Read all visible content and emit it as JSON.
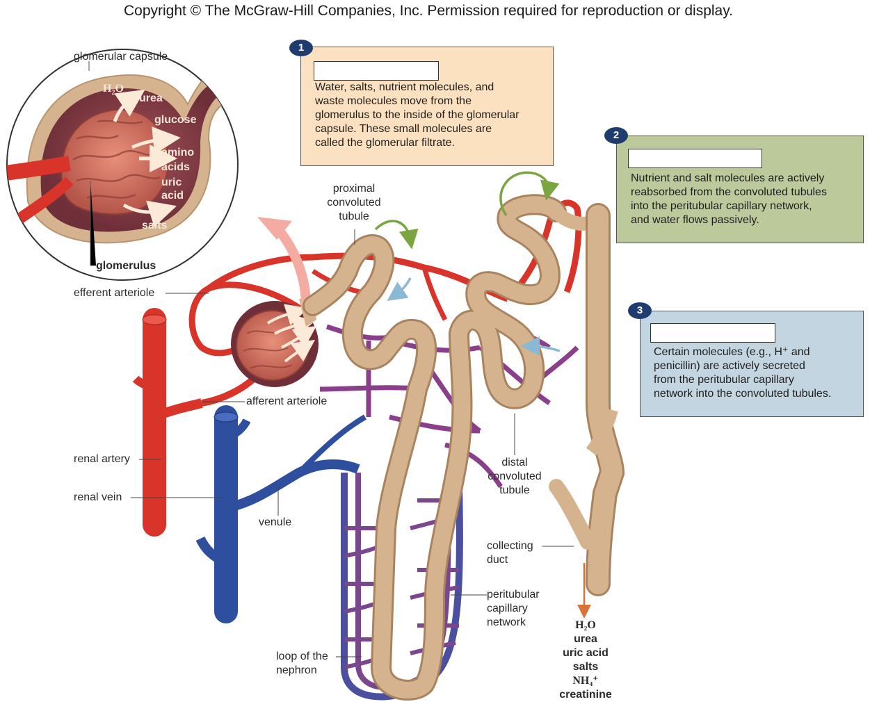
{
  "copyright": "Copyright © The McGraw-Hill Companies, Inc. Permission required for reproduction or display.",
  "inset": {
    "capsule_label": "glomerular capsule",
    "glomerulus_label": "glomerulus",
    "molecules": [
      "H2O",
      "urea",
      "glucose",
      "amino",
      "acids",
      "uric",
      "acid",
      "salts"
    ]
  },
  "labels": {
    "efferent_arteriole": "efferent arteriole",
    "afferent_arteriole": "afferent arteriole",
    "renal_artery": "renal artery",
    "renal_vein": "renal vein",
    "venule": "venule",
    "proximal_tubule": [
      "proximal",
      "convoluted",
      "tubule"
    ],
    "distal_tubule": [
      "distal",
      "convoluted",
      "tubule"
    ],
    "collecting_duct": [
      "collecting",
      "duct"
    ],
    "peritubular": [
      "peritubular",
      "capillary",
      "network"
    ],
    "loop": [
      "loop of the",
      "nephron"
    ]
  },
  "urine_output": [
    "H₂O",
    "urea",
    "uric acid",
    "salts",
    "NH₄⁺",
    "creatinine"
  ],
  "steps": [
    {
      "number": "1",
      "lines": [
        "Water, salts, nutrient molecules, and",
        "waste molecules move from the",
        "glomerulus to the inside of the glomerular",
        "capsule. These small molecules are",
        "called the glomerular filtrate."
      ],
      "color": "#fbe1bf"
    },
    {
      "number": "2",
      "lines": [
        "Nutrient and salt molecules are actively",
        "reabsorbed from the convoluted tubules",
        "into the peritubular capillary network,",
        "and water flows passively."
      ],
      "color": "#bcc99a"
    },
    {
      "number": "3",
      "lines": [
        "Certain molecules (e.g., H⁺ and",
        "penicillin) are actively secreted",
        "from the peritubular capillary",
        "network into the convoluted tubules."
      ],
      "color": "#c2d5e0"
    }
  ],
  "colors": {
    "artery": "#d8342a",
    "vein": "#2e4f9e",
    "capillary": "#8a3f8a",
    "tubule": "#d5b38f",
    "flow_green": "#7aa53f",
    "flow_blue": "#8ab9d4"
  }
}
